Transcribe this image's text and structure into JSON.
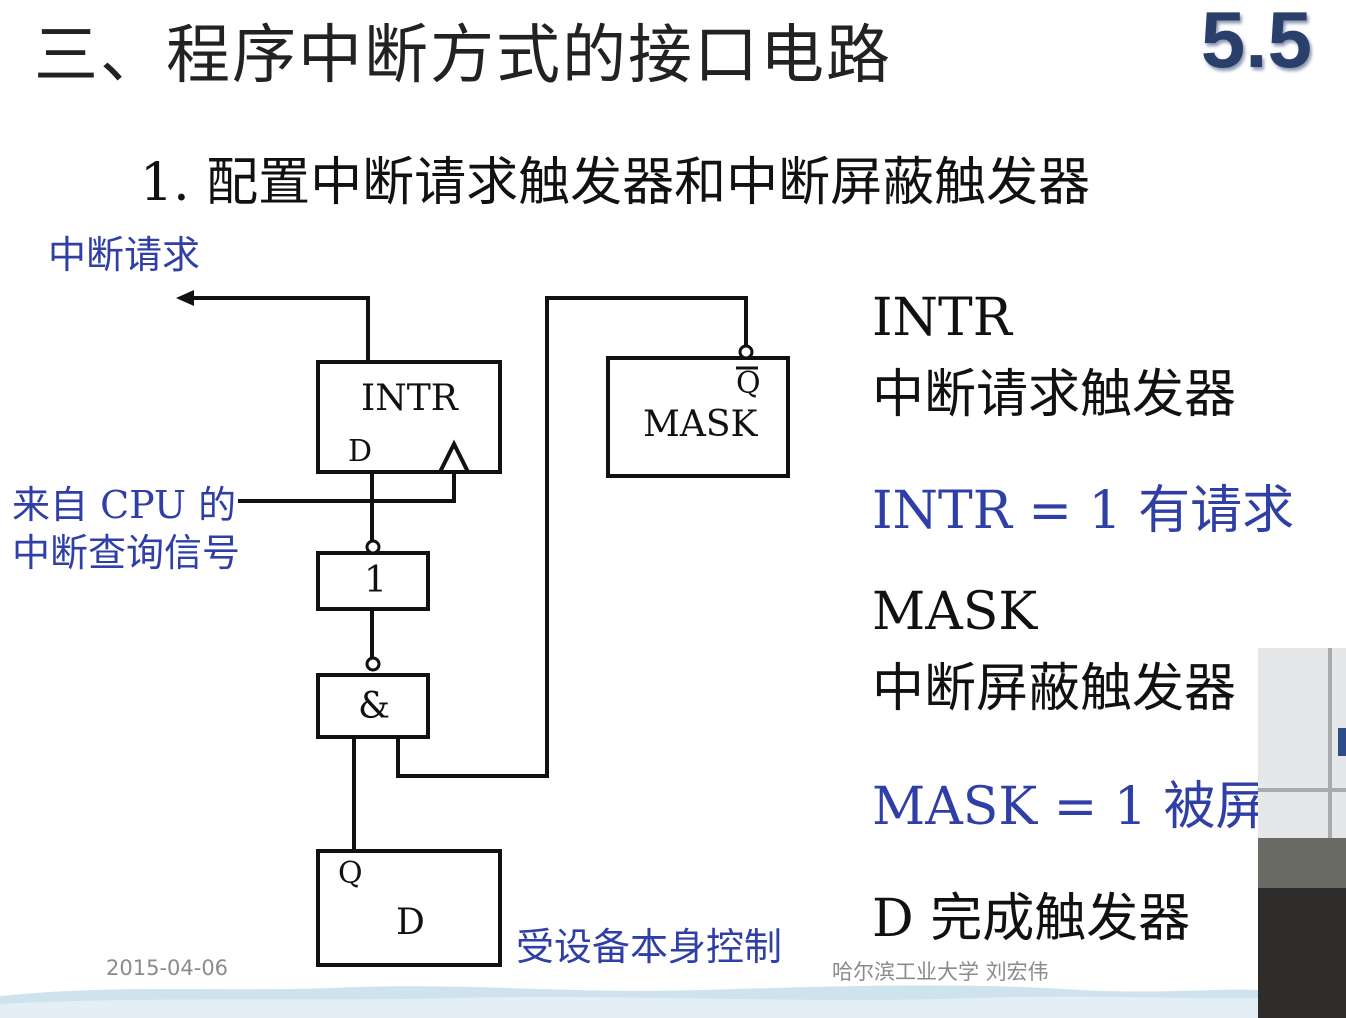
{
  "header": {
    "title": "三、程序中断方式的接口电路",
    "section_number": "5.5"
  },
  "subtitle": "1. 配置中断请求触发器和中断屏蔽触发器",
  "diagram": {
    "interrupt_request_label": "中断请求",
    "cpu_query_line1": "来自 CPU 的",
    "cpu_query_line2": "中断查询信号",
    "intr_box": "INTR",
    "intr_d": "D",
    "mask_qbar": "Q",
    "mask_box": "MASK",
    "not_gate": "1",
    "and_gate": "&",
    "d_box_q": "Q",
    "d_box": "D",
    "device_control_label": "受设备本身控制"
  },
  "side_notes": {
    "intr_title": "INTR",
    "intr_desc": "中断请求触发器",
    "intr_eq": "INTR = 1  有请求",
    "mask_title": "MASK",
    "mask_desc": "中断屏蔽触发器",
    "mask_eq": "MASK = 1  被屏",
    "d_desc": "D  完成触发器"
  },
  "footer": {
    "date": "2015-04-06",
    "author": "哈尔滨工业大学  刘宏伟"
  },
  "colors": {
    "blue_text": "#2f3fa6",
    "section_number": "#2a3f6a"
  }
}
